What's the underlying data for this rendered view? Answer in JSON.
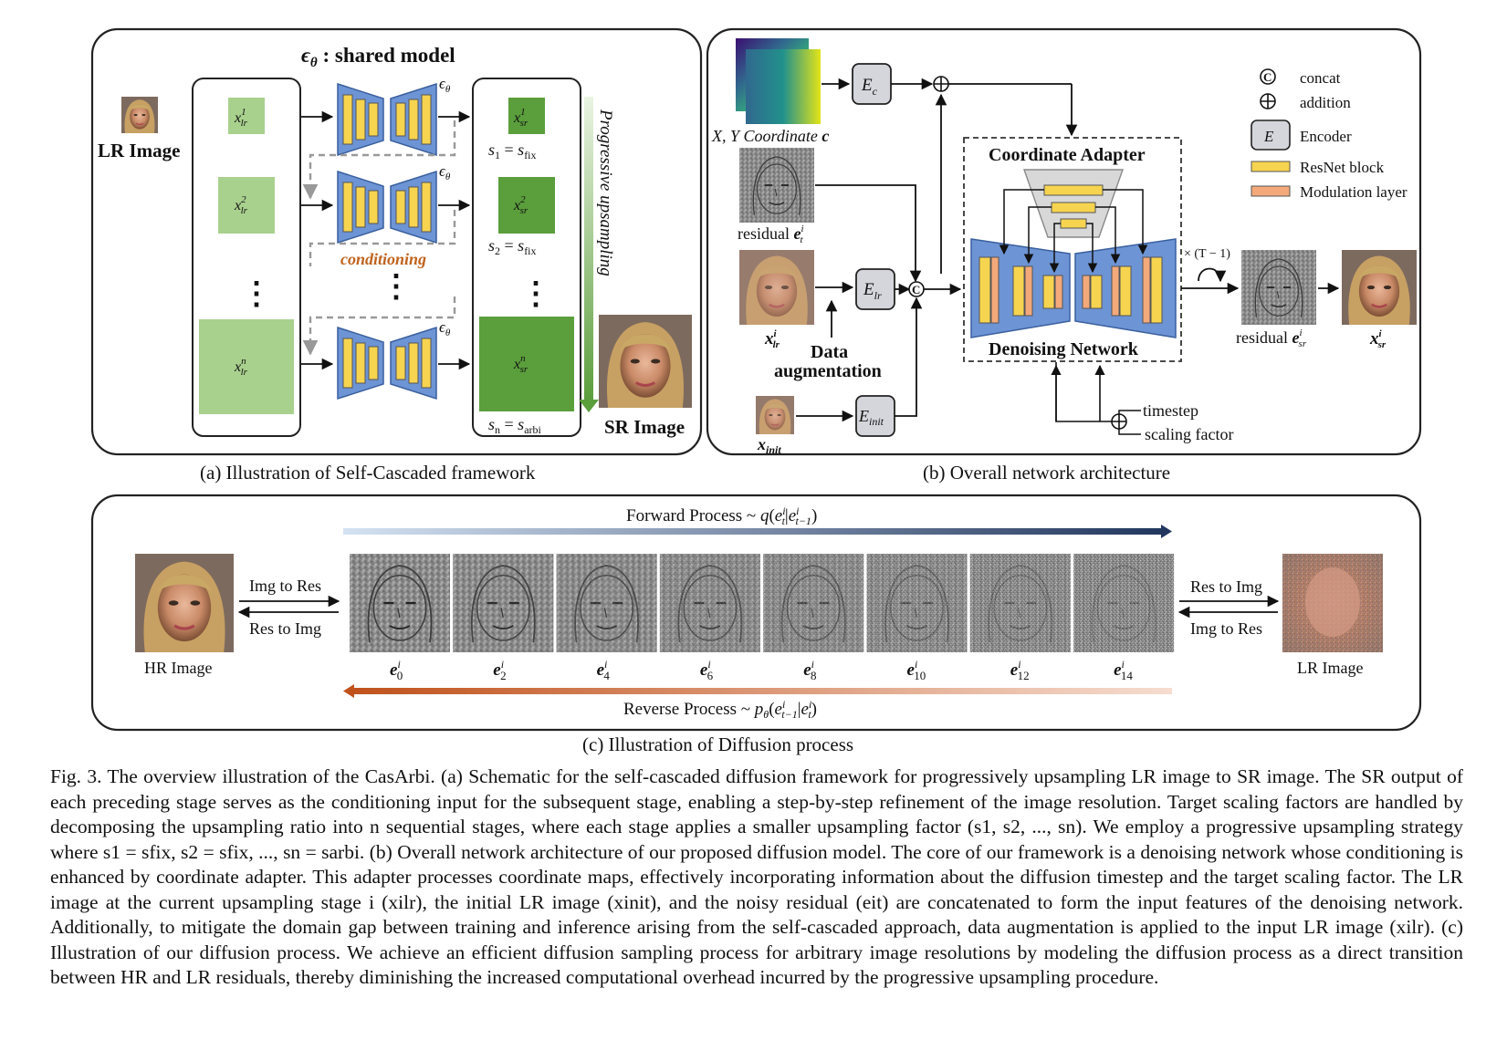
{
  "panel_a": {
    "title_sym": "ϵ",
    "title_sub": "θ",
    "title_text": " : shared model",
    "lr_label": "LR Image",
    "sr_label": "SR Image",
    "eps": "ϵ",
    "eps_sub": "θ",
    "lr_items": [
      {
        "sup": "1",
        "sub": "lr"
      },
      {
        "sup": "2",
        "sub": "lr"
      },
      {
        "sup": "n",
        "sub": "lr"
      }
    ],
    "sr_items": [
      {
        "sup": "1",
        "sub": "sr"
      },
      {
        "sup": "2",
        "sub": "sr"
      },
      {
        "sup": "n",
        "sub": "sr"
      }
    ],
    "x": "x",
    "s_labels": [
      {
        "s": "s",
        "i": "1",
        "rhs": "fix"
      },
      {
        "s": "s",
        "i": "2",
        "rhs": "fix"
      },
      {
        "s": "s",
        "i": "n",
        "rhs": "arbi"
      }
    ],
    "conditioning": "conditioning",
    "progressive": "Progressive upsampling",
    "dots": "⋮",
    "caption": "(a) Illustration of Self-Cascaded framework"
  },
  "panel_b": {
    "coord_label": "X, Y Coordinate ",
    "coord_c": "c",
    "Ec": "E",
    "Ec_sub": "c",
    "Elr": "E",
    "Elr_sub": "lr",
    "Einit": "E",
    "Einit_sub": "init",
    "residual_t": "residual ",
    "e_sym": "e",
    "t_sub": "t",
    "i_sup": "i",
    "x_lr": "x",
    "lr_sub": "lr",
    "data_aug_1": "Data",
    "data_aug_2": "augmentation",
    "x_init": "x",
    "init_sub": "init",
    "coordinate_adapter": "Coordinate Adapter",
    "denoising_network": "Denoising Network",
    "times": "× (T − 1)",
    "residual_sr": "residual ",
    "sr_sub": "sr",
    "timestep": "timestep",
    "scaling_factor": "scaling factor",
    "legend": {
      "concat": "concat",
      "addition": "addition",
      "encoder": "Encoder",
      "encoder_sym": "E",
      "resnet": "ResNet block",
      "modulation": "Modulation layer"
    },
    "caption": "(b) Overall network architecture"
  },
  "panel_c": {
    "forward": "Forward Process ~ ",
    "reverse": "Reverse Process ~ ",
    "hr_image": "HR Image",
    "lr_image": "LR Image",
    "img_to_res": "Img to Res",
    "res_to_img": "Res to Img",
    "frames": [
      "0",
      "2",
      "4",
      "6",
      "8",
      "10",
      "12",
      "14"
    ],
    "caption": "(c) Illustration of Diffusion process"
  },
  "colors": {
    "light_green": "#a9d18e",
    "dark_green": "#5b9e3c",
    "unet_blue": "#6d94d4",
    "unet_yellow": "#f6d44f",
    "modulation_orange": "#f4a97a",
    "encoder_gray": "#d4d6dc",
    "forward_dark": "#22375e",
    "reverse_dark": "#c0521c"
  },
  "figure_caption": "Fig. 3.  The overview illustration of the CasArbi. (a) Schematic for the self-cascaded diffusion framework for progressively upsampling LR image to SR image. The SR output of each preceding stage serves as the conditioning input for the subsequent stage, enabling a step-by-step refinement of the image resolution. Target scaling factors are handled by decomposing the upsampling ratio into n sequential stages, where each stage applies a smaller upsampling factor (s1, s2, ..., sn). We employ a progressive upsampling strategy where s1 = sfix, s2 = sfix, ..., sn = sarbi. (b) Overall network architecture of our proposed diffusion model. The core of our framework is a denoising network whose conditioning is enhanced by coordinate adapter. This adapter processes coordinate maps, effectively incorporating information about the diffusion timestep and the target scaling factor. The LR image at the current upsampling stage i (xilr), the initial LR image (xinit), and the noisy residual (eit) are concatenated to form the input features of the denoising network. Additionally, to mitigate the domain gap between training and inference arising from the self-cascaded approach, data augmentation is applied to the input LR image (xilr). (c) Illustration of our diffusion process. We achieve an efficient diffusion sampling process for arbitrary image resolutions by modeling the diffusion process as a direct transition between HR and LR residuals, thereby diminishing the increased computational overhead incurred by the progressive upsampling procedure."
}
